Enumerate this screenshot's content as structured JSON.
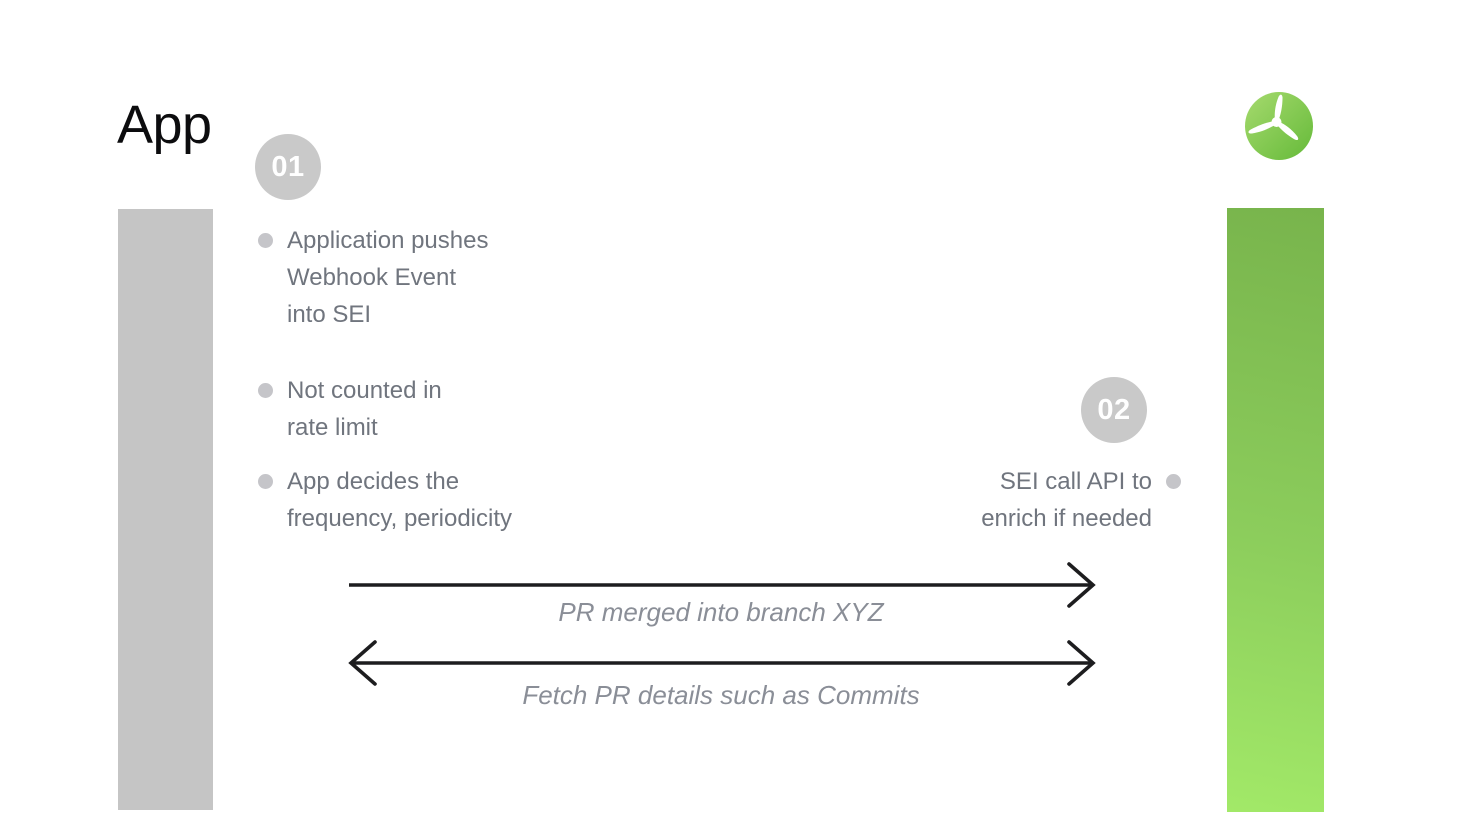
{
  "left_lane": {
    "title": "App"
  },
  "right_lane": {
    "logo_icon": "propeller-icon"
  },
  "step_01": {
    "badge": "01",
    "bullets": [
      "Application pushes\nWebhook Event\ninto SEI",
      "Not counted in\nrate limit",
      "App decides the\nfrequency, periodicity"
    ]
  },
  "step_02": {
    "badge": "02",
    "bullet": "SEI call API to\nenrich if needed"
  },
  "arrows": [
    {
      "label": "PR merged into branch XYZ",
      "direction": "right"
    },
    {
      "label": "Fetch PR details such as Commits",
      "direction": "both"
    }
  ],
  "colors": {
    "title_text": "#0c0c0e",
    "app_bar": "#c5c5c5",
    "sei_bar_top": "#78b44c",
    "sei_bar_bottom": "#a2e968",
    "badge_bg": "#c9c9c9",
    "badge_text": "#ffffff",
    "body_text": "#70757e",
    "bullet_dot": "#c5c5c9",
    "arrow": "#1d1d1f",
    "arrow_label": "#8a8e97",
    "logo_green_light": "#a6da6e",
    "logo_green_dark": "#65ba39"
  }
}
